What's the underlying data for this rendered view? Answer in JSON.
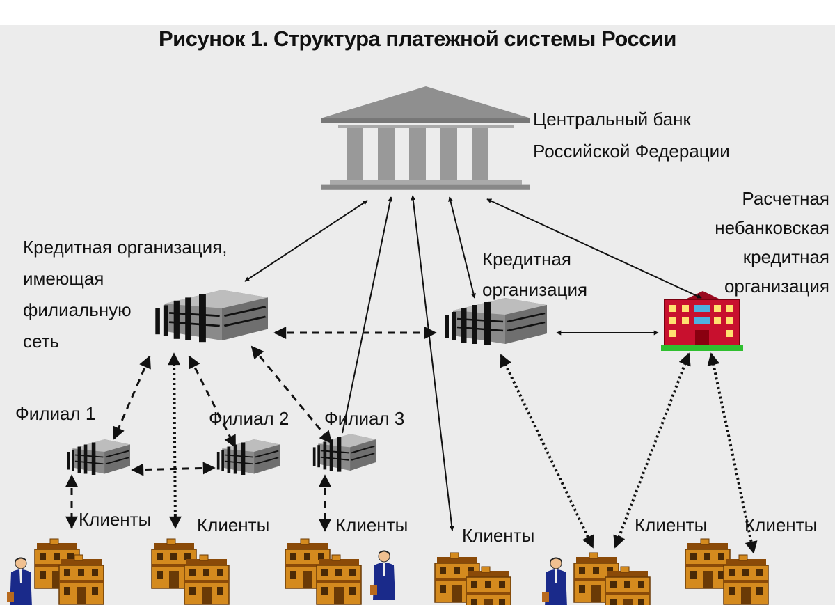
{
  "title": "Рисунок 1. Структура платежной системы России",
  "nodes": {
    "central_bank": [
      "Центральный банк",
      "Российской Федерации"
    ],
    "branch_network_org": [
      "Кредитная организация,",
      "имеющая",
      "филиальную",
      "сеть"
    ],
    "credit_org": [
      "Кредитная",
      "организация"
    ],
    "nonbank_org": [
      "Расчетная",
      "небанковская",
      "кредитная",
      "организация"
    ],
    "branch1": "Филиал 1",
    "branch2": "Филиал 2",
    "branch3": "Филиал 3"
  },
  "clients_label": "Клиенты",
  "colors": {
    "background": "#ececec",
    "bank_building": "#8f8f8f",
    "nonbank_building": "#c8102e",
    "client_house": "#d48a1e",
    "person_suit": "#1a2a8a",
    "arrow": "#111111"
  }
}
